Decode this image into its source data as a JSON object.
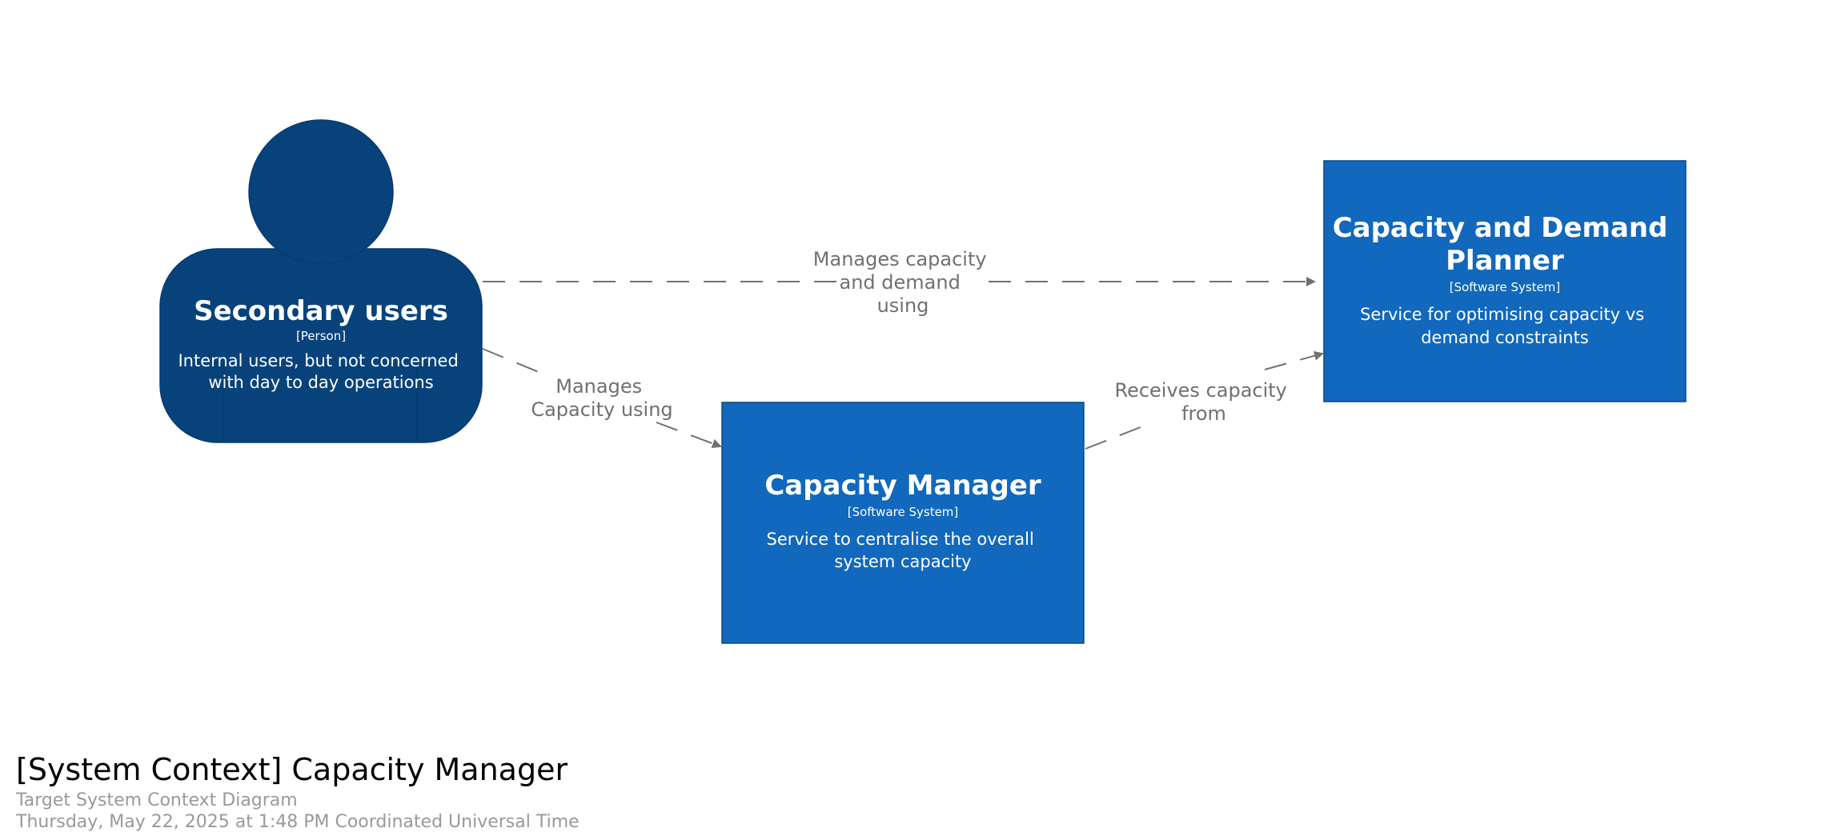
{
  "colors": {
    "person_fill": "#08427B",
    "person_stroke": "#073B6F",
    "system_fill": "#1168BD",
    "system_stroke": "#0B4884",
    "edge": "#707070"
  },
  "nodes": {
    "secondary_users": {
      "title": "Secondary users",
      "type": "[Person]",
      "desc": [
        "Internal users, but not concerned",
        "with day to day operations"
      ]
    },
    "capacity_manager": {
      "title": "Capacity Manager",
      "type": "[Software System]",
      "desc": [
        "Service to centralise the overall",
        "system capacity"
      ]
    },
    "capacity_demand_planner": {
      "title": [
        "Capacity and Demand",
        "Planner"
      ],
      "type": "[Software System]",
      "desc": [
        "Service for optimising capacity vs",
        "demand constraints"
      ]
    }
  },
  "edges": {
    "users_to_planner": {
      "label": [
        "Manages capacity",
        "and demand",
        "using"
      ]
    },
    "users_to_manager": {
      "label": [
        "Manages",
        "Capacity using"
      ]
    },
    "manager_to_planner": {
      "label": [
        "Receives capacity",
        "from"
      ]
    }
  },
  "footer": {
    "title": "[System Context] Capacity Manager",
    "subtitle": "Target System Context Diagram",
    "timestamp": "Thursday, May 22, 2025 at 1:48 PM Coordinated Universal Time"
  }
}
